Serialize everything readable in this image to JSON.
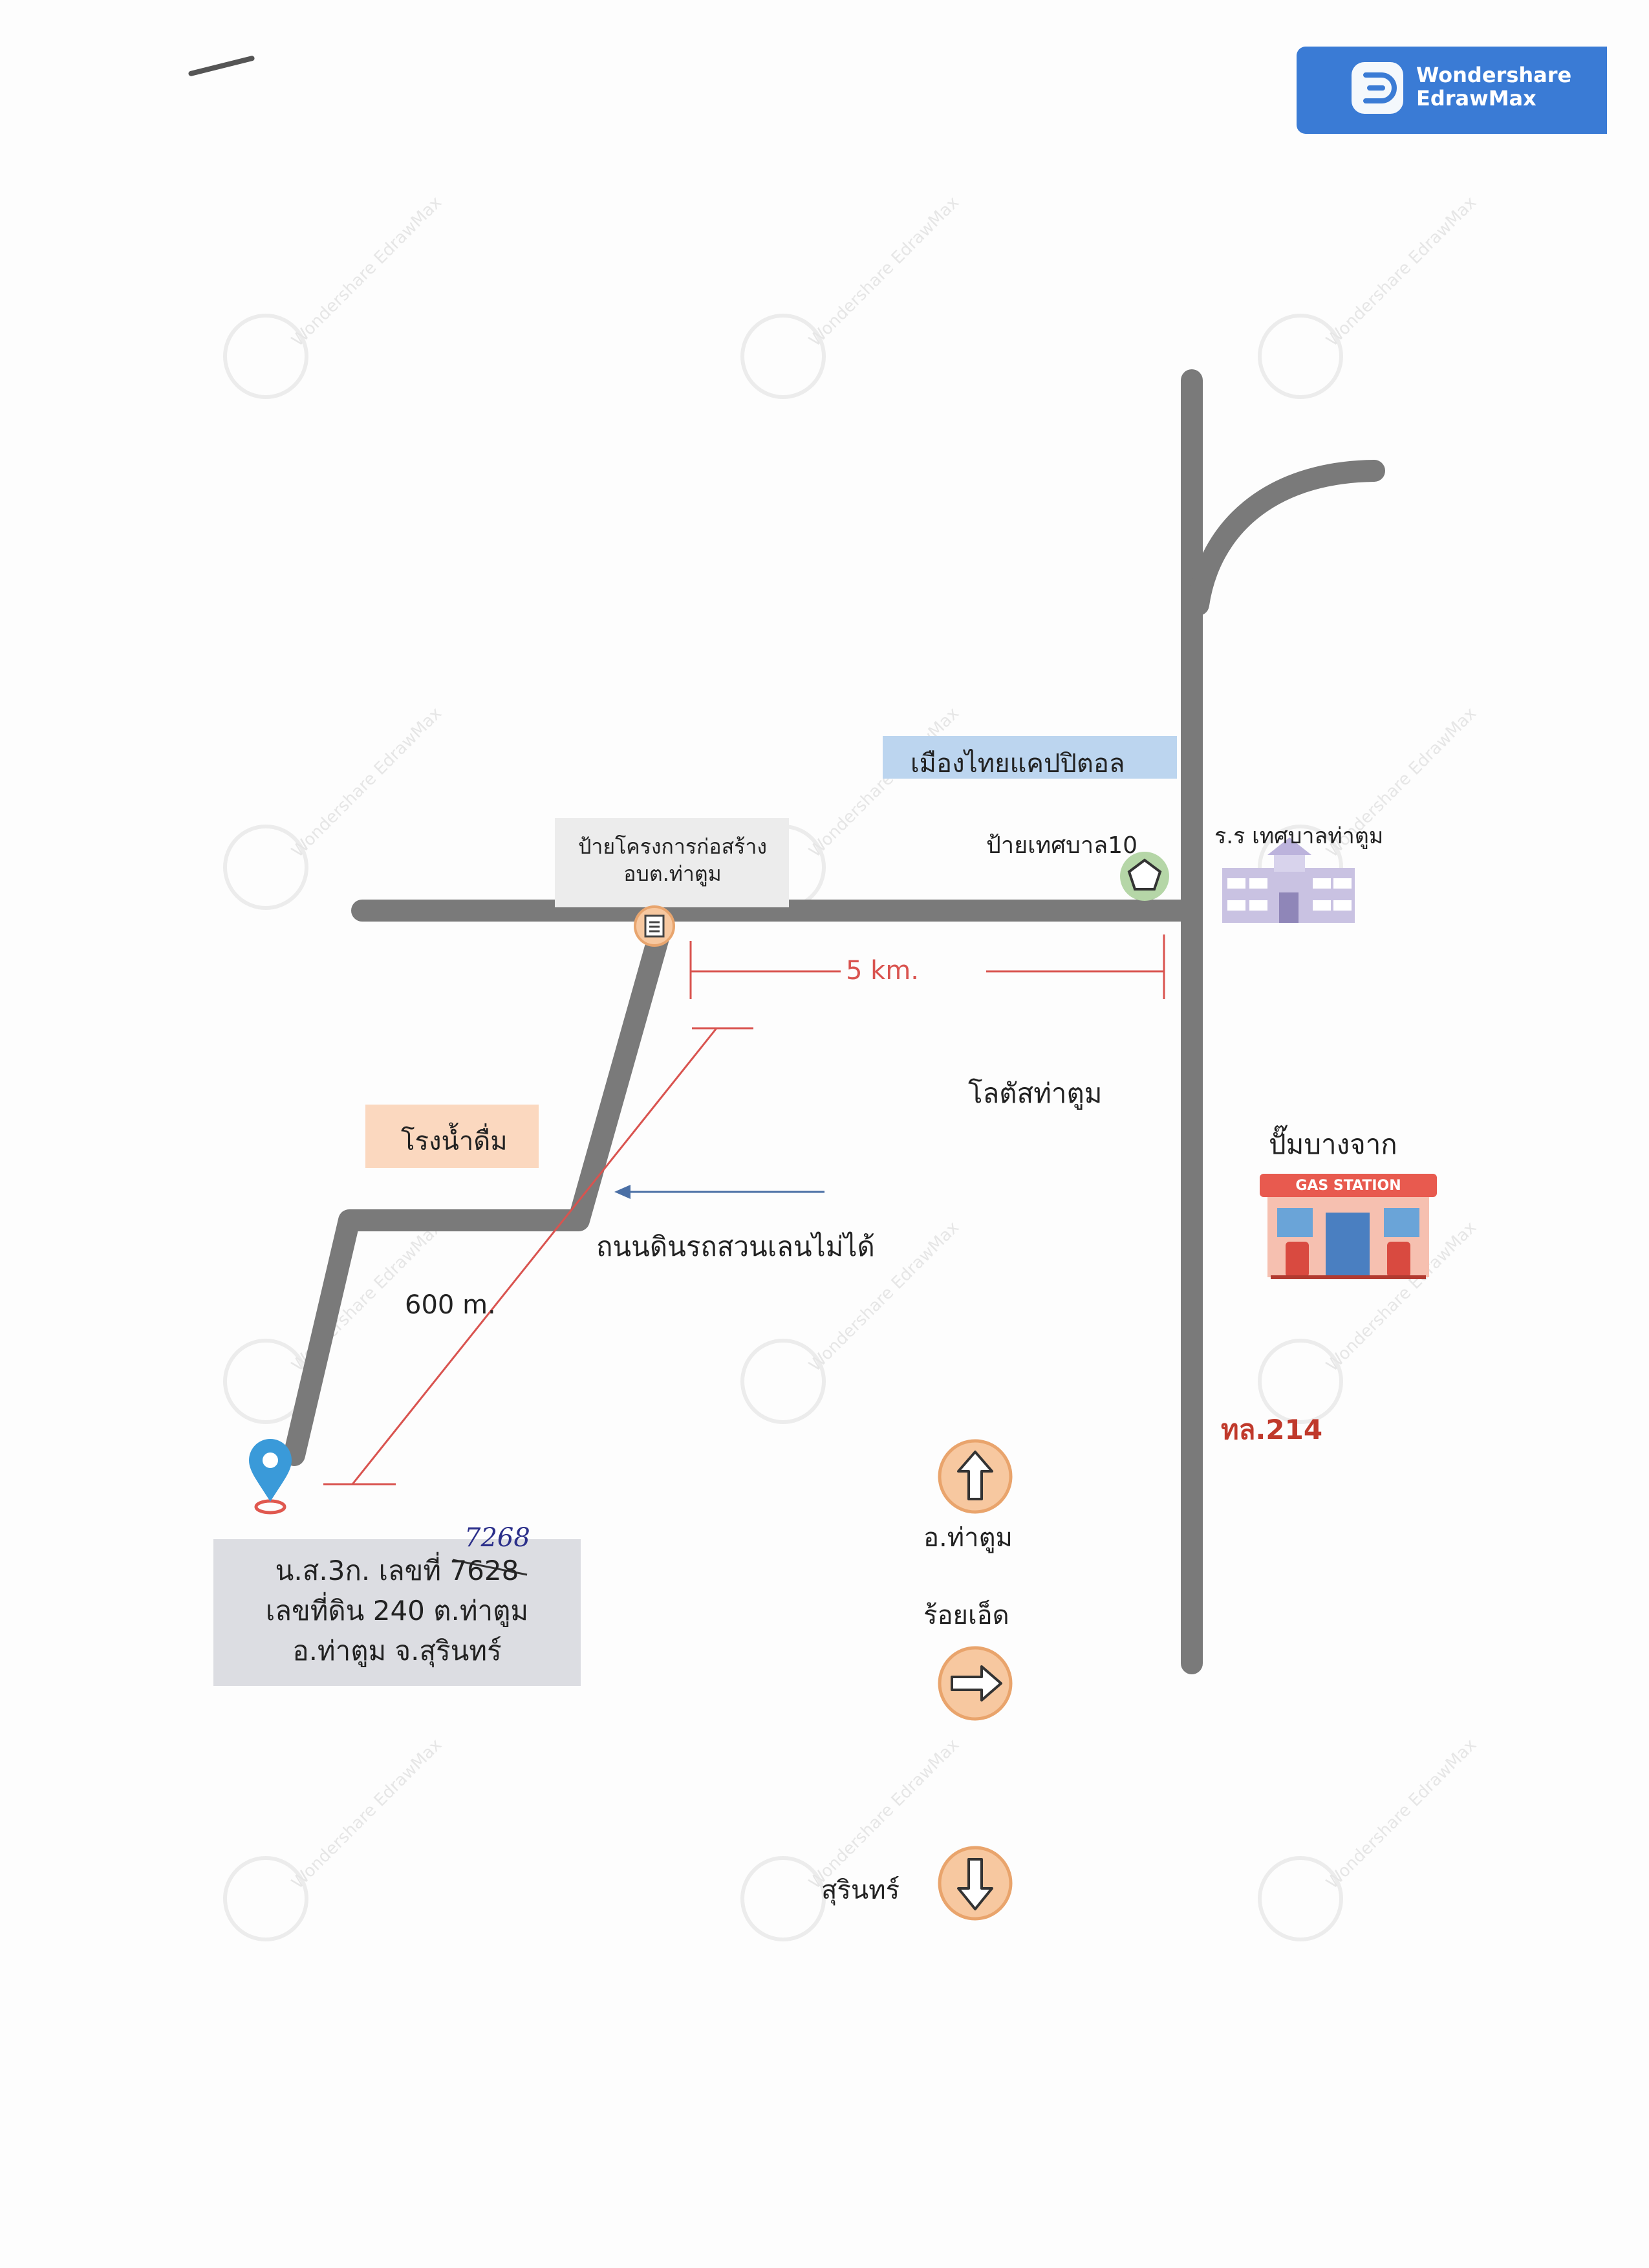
{
  "brand": {
    "name": "Wondershare EdrawMax",
    "line1": "Wondershare",
    "line2": "EdrawMax",
    "color": "#3a7bd5"
  },
  "watermark_text": "Wondershare EdrawMax",
  "labels": {
    "capitol": "เมืองไทยแคปปิตอล",
    "project_sign": "ป้ายโครงการก่อสร้าง",
    "project_sign_2": "อบต.ท่าตูม",
    "municipal_sign": "ป้ายเทศบาล10",
    "school": "ร.ร เทศบาลท่าตูม",
    "distance_5km": "5 km.",
    "lotus": "โลตัสท่าตูม",
    "gas_station_name": "ปั๊มบางจาก",
    "gas_station_sign": "GAS STATION",
    "water_factory": "โรงน้ำดื่ม",
    "dirt_road": "ถนนดินรถสวนเลนไม่ได้",
    "distance_600m": "600 m.",
    "highway": "ทล.214",
    "deed_line1_prefix": "น.ส.3ก. เลขที่ ",
    "deed_old_number": "7628",
    "deed_new_number": "7268",
    "deed_line2": "เลขที่ดิน 240 ต.ท่าตูม",
    "deed_line3": "อ.ท่าตูม จ.สุรินทร์",
    "dir_up": "อ.ท่าตูม",
    "dir_right": "ร้อยเอ็ด",
    "dir_down": "สุรินทร์"
  },
  "colors": {
    "road": "#7a7a7a",
    "measure": "#d9534f",
    "arrow_blue": "#4a6fa5",
    "highway_text": "#c0392b",
    "capitol_bg": "#bcd5ef",
    "water_bg": "#fbd8bf",
    "deed_bg": "#dcdde2",
    "project_bg": "#ececec",
    "dir_circle": "#f7c8a0",
    "pin": "#3a9ad9"
  }
}
